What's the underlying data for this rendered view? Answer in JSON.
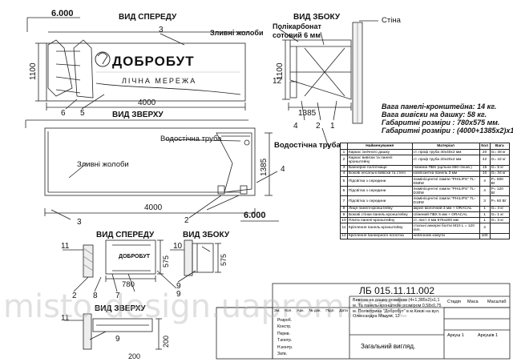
{
  "views": {
    "front": "ВИД СПЕРЕДУ",
    "side": "ВИД ЗБОКУ",
    "top": "ВИД ЗВЕРХУ",
    "front_small": "ВИД СПЕРЕДУ",
    "side_small": "ВИД ЗБОКУ",
    "top_small": "ВИД ЗВЕРХУ"
  },
  "labels": {
    "wall": "Стіна",
    "polycarbonate_1": "Полікарбонат",
    "polycarbonate_2": "сотовий 6 мм",
    "gutters_top": "Зливні жолоби",
    "gutters_mid": "Зливні жолоби",
    "drain_pipe_1": "Водостічна труба",
    "drain_pipe_2": "Водостічна труба",
    "logo_text": "ДОБРОБУТ",
    "logo_sub": "ЛІЧНА МЕРЕЖА",
    "logo_small": "ДОБРОБУТ"
  },
  "dimensions": {
    "d6000_top": "6.000",
    "d1100_front": "1100",
    "d4000_front": "4000",
    "d1100_side": "1100",
    "d12": "12",
    "d1385_side": "1385",
    "d1385_top": "1385",
    "d4000_top": "4000",
    "d6000_mid": "6.000",
    "d575_a": "575",
    "d780": "780",
    "d575_b": "575",
    "d200_a": "200",
    "d200_b": "200"
  },
  "callouts": {
    "front": [
      "3",
      "6",
      "5"
    ],
    "side": [
      "4",
      "2",
      "1"
    ],
    "top": [
      "4",
      "3",
      "2"
    ],
    "small": [
      "11",
      "2",
      "8",
      "7",
      "9",
      "10",
      "9",
      "11",
      "9"
    ]
  },
  "notes": [
    "Вага панелі-кронштейна: 14 кг.",
    "Вага вивіски на дашку: 58 кг.",
    "Габаритні розміри : 780x575 мм.",
    "Габаритні розміри : (4000+1385x2)x1100 мм."
  ],
  "bom": {
    "headers": [
      "Найменування",
      "Матеріал",
      "Кол",
      "Вага"
    ],
    "rows": [
      {
        "num": "1",
        "name": "Каркас ізнічного дашку",
        "material": "ст. проф труба 40x40x2 мм",
        "qty": "20",
        "mass": "G= 48 кг"
      },
      {
        "num": "2",
        "name": "Каркас вивіски та панелі кронштейну",
        "material": "ст. проф труба 20x20x2 мм",
        "qty": "42",
        "mass": "G= 42 кг"
      },
      {
        "num": "3",
        "name": "Баннерне полотнище",
        "material": "тканина ПВХ (щільна 550 г/м.кв.)",
        "qty": "15",
        "mass": "G= 5 кг"
      },
      {
        "num": "4",
        "name": "Бокові несальні вивіски та стелі",
        "material": "композитна панель 3 мм",
        "qty": "10",
        "mass": "G= 34 кг"
      },
      {
        "num": "5",
        "name": "Підсвітка з середини",
        "material": "люмінісцентні лампи \"PHILIPS\" TL-D58W",
        "qty": "4",
        "mass": "P= 500 Вт"
      },
      {
        "num": "6",
        "name": "Підсвітка з середини",
        "material": "люмінісцентні лампи \"PHILIPS\" TL-D30W",
        "qty": "4",
        "mass": "P= 120 Вт"
      },
      {
        "num": "7",
        "name": "Підсвітка з середини",
        "material": "люмінісцентні лампи \"PHILIPS\" TL-D18W",
        "qty": "3",
        "mass": "P= 60 Вт"
      },
      {
        "num": "8",
        "name": "Лиця панелі-кронштейну",
        "material": "акрил молочний 3 мм + ORACAL",
        "qty": "1",
        "mass": "G= 4 кг"
      },
      {
        "num": "9",
        "name": "Бокові стінки панель-кронштейну",
        "material": "спінений ПВХ 5 мм + ORACAL",
        "qty": "1",
        "mass": "G= 1 кг"
      },
      {
        "num": "10",
        "name": "Плита панелі-кронштейну",
        "material": "ст. лист 4 мм 575x200 мм",
        "qty": "1",
        "mass": "G= 3 кг"
      },
      {
        "num": "11",
        "name": "Кріплення панель-кронштейну",
        "material": "стальні анкерні болти М10 L = 120 mm.",
        "qty": "4",
        "mass": ""
      },
      {
        "num": "12",
        "name": "Кріплення баннерного полотна",
        "material": "нейлонові хомути",
        "qty": "100",
        "mass": ""
      }
    ]
  },
  "title_block": {
    "code": "ЛБ 015.11.11.002",
    "description": "Вивіска на дашку розміром (4+1,385x2)x1,1 м. Та панель-кронштейн розміром 0,58x0,75 м. Полівітрина \"Добробут\" в м.Києві на вул. Олександра Мішуги, 12",
    "stage": "Стадія",
    "mass": "Маса",
    "scale": "Масштаб",
    "sheet": "Аркуш 1",
    "sheets": "Аркушів 1",
    "general_view": "Загальний вигляд.",
    "left_col": [
      "Зм.",
      "Кол.",
      "Арк.",
      "№ док.",
      "Підп.",
      "Дата"
    ],
    "roles": [
      "Розроб.",
      "Констр.",
      "Перев.",
      "Т.контр.",
      "Н.контр.",
      "Затв."
    ],
    "watermark": "misto-design.uaprom.net"
  }
}
